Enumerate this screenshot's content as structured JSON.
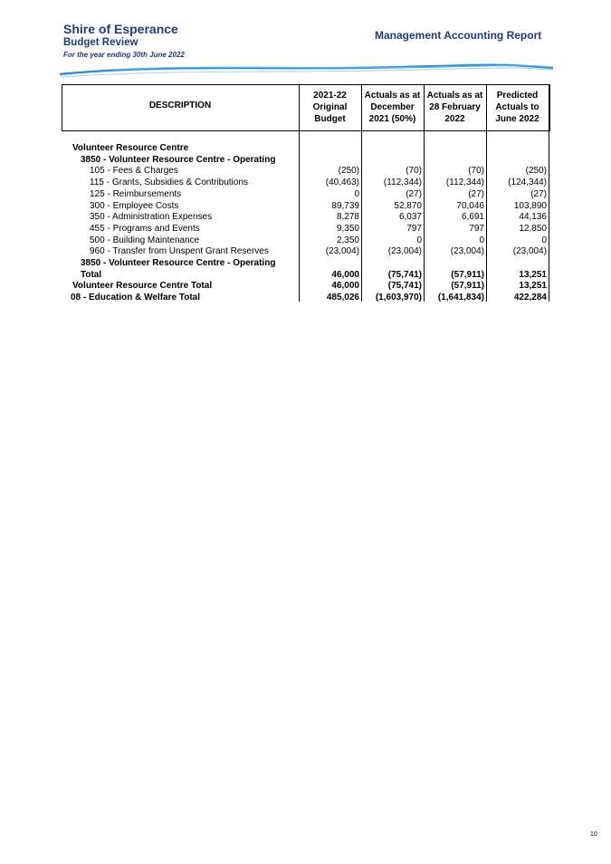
{
  "header": {
    "organisation": "Shire of Esperance",
    "document_title": "Budget Review",
    "period": "For the year ending 30th June 2022",
    "report_title": "Management Accounting Report",
    "brand_color": "#1f3c78",
    "wave_color": "#2a8fd6"
  },
  "table": {
    "description_header": "DESCRIPTION",
    "columns": [
      [
        "2021-22",
        "Original",
        "Budget"
      ],
      [
        "Actuals as at",
        "December",
        "2021 (50%)"
      ],
      [
        "Actuals as at",
        "28 February",
        "2022"
      ],
      [
        "Predicted",
        "Actuals to",
        "June 2022"
      ]
    ],
    "rows": [
      {
        "label": "Volunteer Resource Centre",
        "indent": 1,
        "bold": true,
        "values": [
          "",
          "",
          "",
          ""
        ]
      },
      {
        "label": "3850 - Volunteer Resource Centre - Operating",
        "indent": 2,
        "bold": true,
        "values": [
          "",
          "",
          "",
          ""
        ]
      },
      {
        "label": "105 - Fees & Charges",
        "indent": 3,
        "bold": false,
        "values": [
          "(250)",
          "(70)",
          "(70)",
          "(250)"
        ]
      },
      {
        "label": "115 - Grants, Subsidies & Contributions",
        "indent": 3,
        "bold": false,
        "values": [
          "(40,463)",
          "(112,344)",
          "(112,344)",
          "(124,344)"
        ]
      },
      {
        "label": "125 - Reimbursements",
        "indent": 3,
        "bold": false,
        "values": [
          "0",
          "(27)",
          "(27)",
          "(27)"
        ]
      },
      {
        "label": "300 - Employee Costs",
        "indent": 3,
        "bold": false,
        "values": [
          "89,739",
          "52,870",
          "70,046",
          "103,890"
        ]
      },
      {
        "label": "350 - Administration Expenses",
        "indent": 3,
        "bold": false,
        "values": [
          "8,278",
          "6,037",
          "6,691",
          "44,136"
        ]
      },
      {
        "label": "455 - Programs and Events",
        "indent": 3,
        "bold": false,
        "values": [
          "9,350",
          "797",
          "797",
          "12,850"
        ]
      },
      {
        "label": "500 - Building Maintenance",
        "indent": 3,
        "bold": false,
        "values": [
          "2,350",
          "0",
          "0",
          "0"
        ]
      },
      {
        "label": "960 - Transfer from Unspent Grant Reserves",
        "indent": 3,
        "bold": false,
        "values": [
          "(23,004)",
          "(23,004)",
          "(23,004)",
          "(23,004)"
        ]
      },
      {
        "label": "3850 - Volunteer Resource Centre - Operating",
        "indent": 2,
        "bold": true,
        "values": [
          "",
          "",
          "",
          ""
        ]
      },
      {
        "label": "Total",
        "indent": 2,
        "bold": true,
        "values": [
          "46,000",
          "(75,741)",
          "(57,911)",
          "13,251"
        ]
      },
      {
        "label": "Volunteer Resource Centre Total",
        "indent": 1,
        "bold": true,
        "values": [
          "46,000",
          "(75,741)",
          "(57,911)",
          "13,251"
        ]
      },
      {
        "label": "08 - Education & Welfare Total",
        "indent": 0,
        "bold": true,
        "values": [
          "485,026",
          "(1,603,970)",
          "(1,641,834)",
          "422,284"
        ]
      }
    ]
  },
  "footer": {
    "page_number": "10"
  }
}
